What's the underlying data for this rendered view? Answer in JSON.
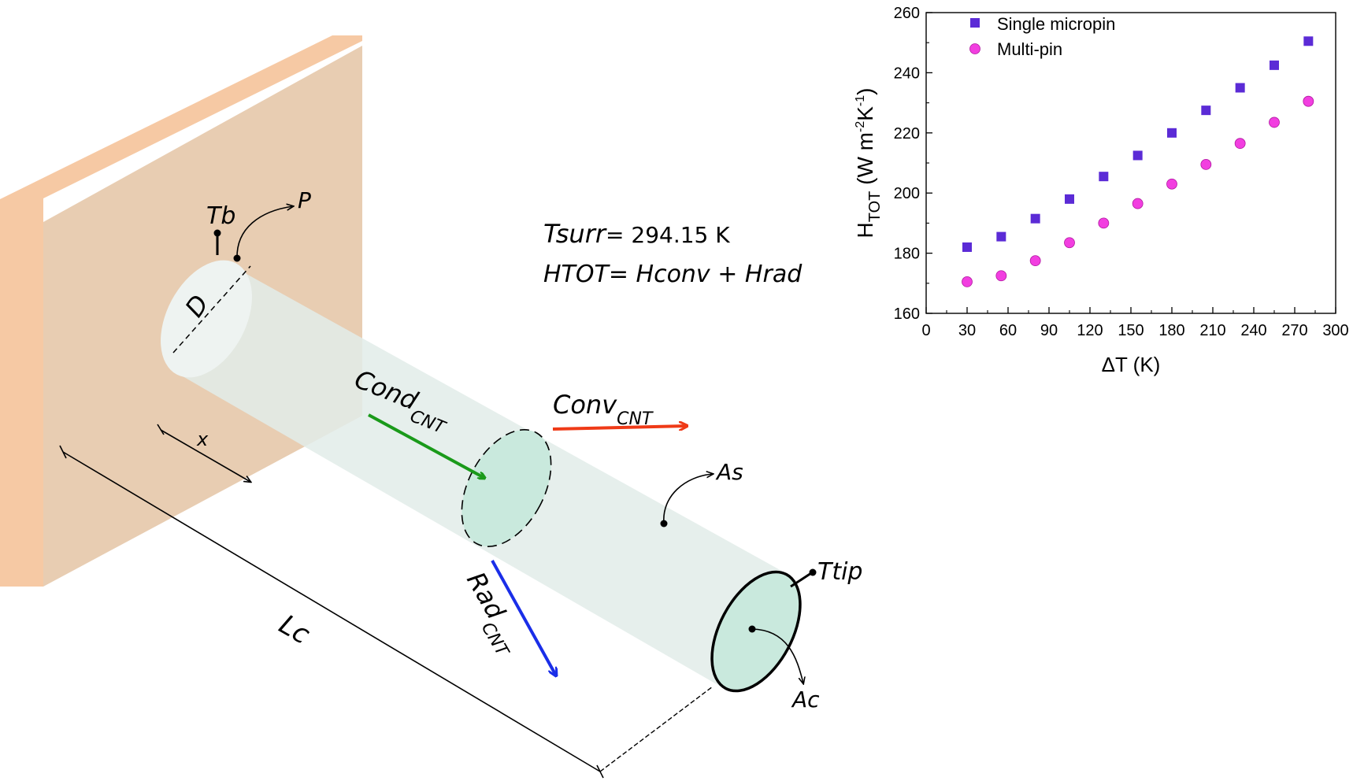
{
  "diagram": {
    "labels": {
      "tb": "Tb",
      "p": "P",
      "d": "D",
      "x": "x",
      "lc": "Lc",
      "as": "As",
      "ac": "Ac",
      "ttip": "Ttip",
      "cond": "Cond",
      "conv": "Conv",
      "rad": "Rad",
      "sub_cnt": "CNT"
    },
    "equations": {
      "tsurr_sym": "Tsurr",
      "tsurr_val": "= 294.15 K",
      "htot_sym": "HTOT",
      "htot_eq": "= ",
      "hconv": "Hconv",
      "plus": " + ",
      "hrad": "Hrad"
    },
    "colors": {
      "wall": "#f6c9a4",
      "wall_front": "#e9ccb0",
      "cylinder": "#e6efec",
      "disc": "#c9e9dd",
      "cond_arrow": "#1a9a1a",
      "conv_arrow": "#ef3a17",
      "rad_arrow": "#1a2ee8"
    }
  },
  "chart_data": {
    "type": "scatter",
    "xlabel_symbol": "ΔT",
    "xlabel_unit": " (K)",
    "ylabel_main": "H",
    "ylabel_sub": "TOT",
    "ylabel_unit_a": " (W m",
    "ylabel_sup1": "-2",
    "ylabel_unit_b": "K",
    "ylabel_sup2": "-1",
    "ylabel_close": ")",
    "xlim": [
      0,
      300
    ],
    "ylim": [
      160,
      260
    ],
    "xticks": [
      "0",
      "30",
      "60",
      "90",
      "120",
      "150",
      "180",
      "210",
      "240",
      "270",
      "300"
    ],
    "yticks": [
      "160",
      "180",
      "200",
      "220",
      "240",
      "260"
    ],
    "x": [
      30,
      55,
      80,
      105,
      130,
      155,
      180,
      205,
      230,
      255,
      280
    ],
    "legend_position": "top-left",
    "grid": false,
    "series": [
      {
        "name": "Single micropin",
        "marker": "square",
        "color": "#5b2bd6",
        "values": [
          182,
          185.5,
          191.5,
          198,
          205.5,
          212.5,
          220,
          227.5,
          235,
          242.5,
          250.5
        ]
      },
      {
        "name": "Multi-pin",
        "marker": "circle",
        "color": "#f23ee0",
        "values": [
          170.5,
          172.5,
          177.5,
          183.5,
          190,
          196.5,
          203,
          209.5,
          216.5,
          223.5,
          230.5
        ]
      }
    ]
  }
}
